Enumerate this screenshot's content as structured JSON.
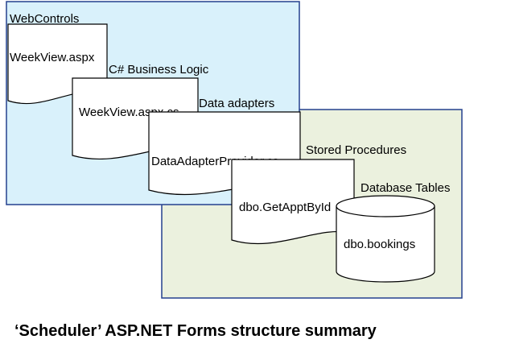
{
  "diagram": {
    "regions": {
      "webcontrols": {
        "label": "WebControls",
        "fill": "#d9f1fb",
        "stroke": "#24408e"
      },
      "data_tier": {
        "fill": "#ebf1de",
        "stroke": "#24408e"
      }
    },
    "documents": [
      {
        "group_label": "",
        "doc_label": "WeekView.aspx"
      },
      {
        "group_label": "C# Business Logic",
        "doc_label": "WeekView.aspx.cs"
      },
      {
        "group_label": "Data adapters",
        "doc_label": "DataAdapterProvider.cs"
      },
      {
        "group_label": "Stored Procedures",
        "doc_label": "dbo.GetApptById"
      }
    ],
    "database": {
      "group_label": "Database Tables",
      "label": "dbo.bookings"
    },
    "caption": "‘Scheduler’ ASP.NET Forms structure summary"
  }
}
